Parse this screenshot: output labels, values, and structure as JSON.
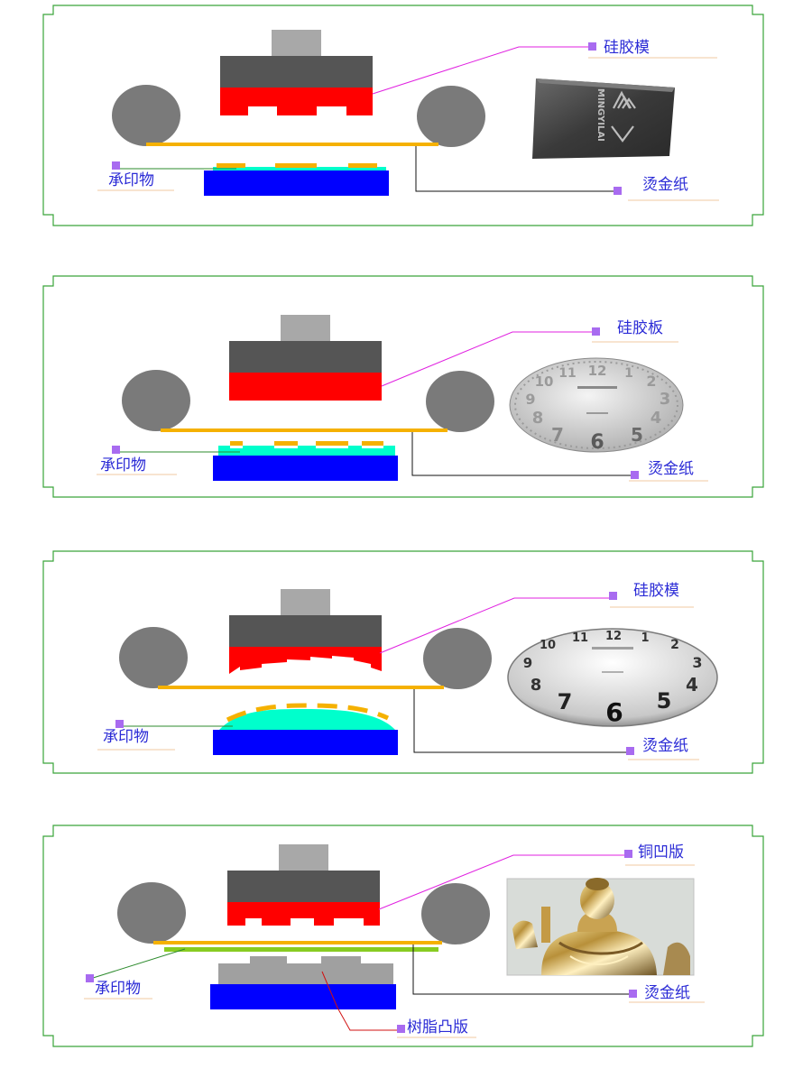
{
  "panels": [
    {
      "label_top": "硅胶模",
      "label_left": "承印物",
      "label_foil": "烫金纸",
      "photo": "logo-plate-photo",
      "photo_text": "MINGYILAI"
    },
    {
      "label_top": "硅胶板",
      "label_left": "承印物",
      "label_foil": "烫金纸",
      "photo": "flat-clock-dial-photo",
      "dial_numbers": [
        "12",
        "1",
        "2",
        "3",
        "4",
        "5",
        "6",
        "7",
        "8",
        "9",
        "10",
        "11"
      ]
    },
    {
      "label_top": "硅胶模",
      "label_left": "承印物",
      "label_foil": "烫金纸",
      "photo": "curved-clock-dial-photo",
      "dial_numbers": [
        "12",
        "1",
        "2",
        "3",
        "4",
        "5",
        "6",
        "7",
        "8",
        "9",
        "10",
        "11"
      ]
    },
    {
      "label_top": "铜凹版",
      "label_left": "承印物",
      "label_foil": "烫金纸",
      "label_bottom": "树脂凸版",
      "photo": "golden-buddha-statue-photo"
    }
  ],
  "colors": {
    "frame": "#3aa53a",
    "label_text": "#2b2bd6",
    "label_marker": "#a86bf0",
    "label_underline": "#f0c8a0",
    "leader_magenta": "#e020e0",
    "leader_green": "#2e8b2e",
    "leader_black": "#111111",
    "leader_red": "#d01010",
    "die_dark": "#555555",
    "die_top": "#a8a8a8",
    "die_red": "#ff0000",
    "roller": "#7a7a7a",
    "foil": "#f5b100",
    "substrate": "#0000ff",
    "cyan_layer": "#00ffcc",
    "resin_plate": "#a0a0a0",
    "green_film": "#88cc22"
  }
}
